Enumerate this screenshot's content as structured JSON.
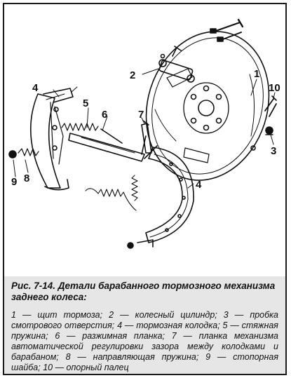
{
  "figure": {
    "callouts": {
      "c1": "1",
      "c2": "2",
      "c3": "3",
      "c4a": "4",
      "c4b": "4",
      "c5": "5",
      "c6": "6",
      "c7": "7",
      "c8": "8",
      "c9": "9",
      "c10": "10"
    }
  },
  "caption": {
    "title": "Рис. 7-14. Детали барабанного тормозного механизма заднего колеса:",
    "legend": "1 — щит тормоза; 2 — колесный цилиндр; 3 — пробка смотрового отверстия; 4 — тормозная колодка; 5 — стяжная пружина; 6 — разжимная планка; 7 — планка механизма автоматической регулировки зазора между колодками и барабаном; 8 — направляющая пружина; 9 — стопорная шайба; 10 — опорный палец"
  }
}
